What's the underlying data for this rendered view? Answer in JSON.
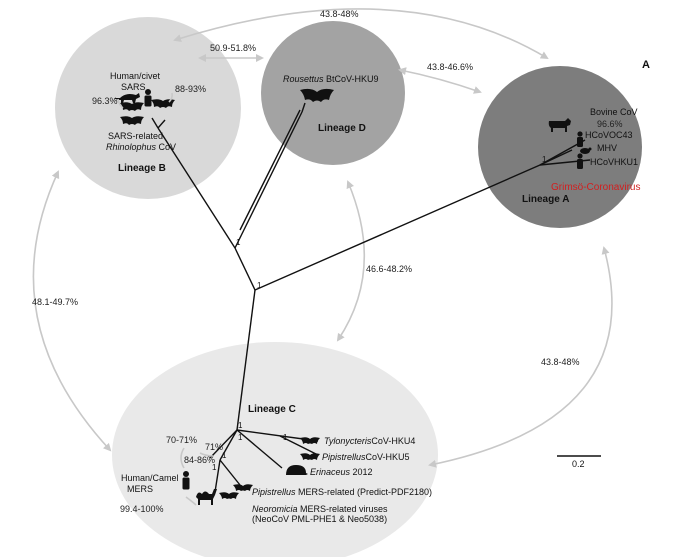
{
  "panel_label": "A",
  "scale_bar_label": "0.2",
  "lineages": {
    "a": {
      "title": "Lineage A",
      "bovine": "Bovine CoV",
      "bovine_pct": "96.6%",
      "hcov_oc43": "HCoVOC43",
      "mhv": "MHV",
      "hcov_hku1": "HCoVHKU1",
      "grimso": "Grimsö-Coronavirus",
      "grimso_color": "#d21f1f",
      "fill": "#7d7d7d"
    },
    "b": {
      "title": "Lineage B",
      "human_civet": "Human/civet",
      "sars": "SARS",
      "pct_left": "96.3%",
      "pct_right": "88-93%",
      "sars_related": "SARS-related",
      "rhinolophus": "Rhinolophus",
      "cov": " CoV",
      "fill": "#d9d9d9"
    },
    "c": {
      "title": "Lineage C",
      "pct_70_71": "70-71%",
      "pct_71": "71%",
      "pct_84_86": "84-86%",
      "human_camel": "Human/Camel",
      "mers": "MERS",
      "pct_99": "99.4-100%",
      "tylo_genus": "Tylonycteris",
      "tylo_rest": "CoV-HKU4",
      "pipi_genus": "Pipistrellus",
      "pipi_rest": "CoV-HKU5",
      "eri_genus": "Erinaceus",
      "eri_rest": " 2012",
      "pipi2_genus": "Pipistrellus",
      "pipi2_rest": " MERS-related (Predict-PDF2180)",
      "neo_genus": "Neoromicia",
      "neo_rest": " MERS-related viruses",
      "neo_line2": "(NeoCoV PML-PHE1 & Neo5038)",
      "fill": "#e9e9e9"
    },
    "d": {
      "title": "Lineage D",
      "rousettus": "Rousettus",
      "rest": " BtCoV-HKU9",
      "fill": "#a3a3a3"
    }
  },
  "identity_arrows": {
    "top_b_a": "43.8-48%",
    "b_d": "50.9-51.8%",
    "d_a": "43.8-46.6%",
    "b_c": "48.1-49.7%",
    "d_c": "46.6-48.2%",
    "a_c": "43.8-48%"
  },
  "node_labels": {
    "root": "1",
    "bd": "1",
    "c1": "1",
    "c2": "1",
    "c3": "1",
    "c4": "1",
    "c5": "1",
    "a1": "1"
  }
}
